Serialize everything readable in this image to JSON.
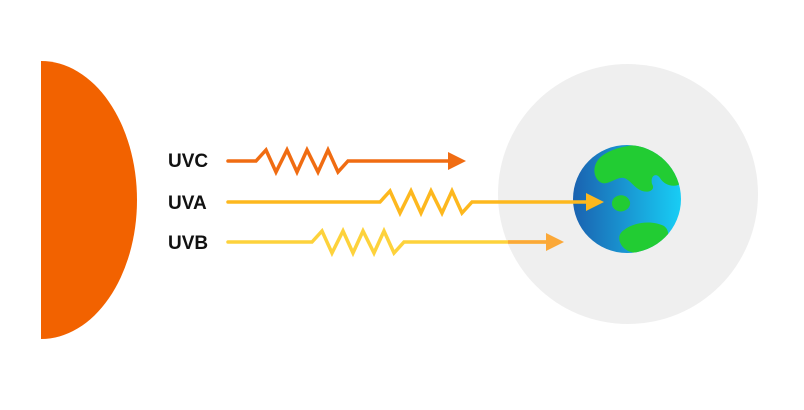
{
  "labels": {
    "uvc": "UVC",
    "uva": "UVA",
    "uvb": "UVB"
  },
  "colors": {
    "sun": "#f26200",
    "uvc": "#f06c12",
    "uva": "#fdb81e",
    "uvb": "#fdd23c",
    "atmosphere": "#efefef",
    "ocean_dark": "#1a62b0",
    "ocean_light": "#18cdf5",
    "land": "#22cc33",
    "label_text": "#111111"
  }
}
